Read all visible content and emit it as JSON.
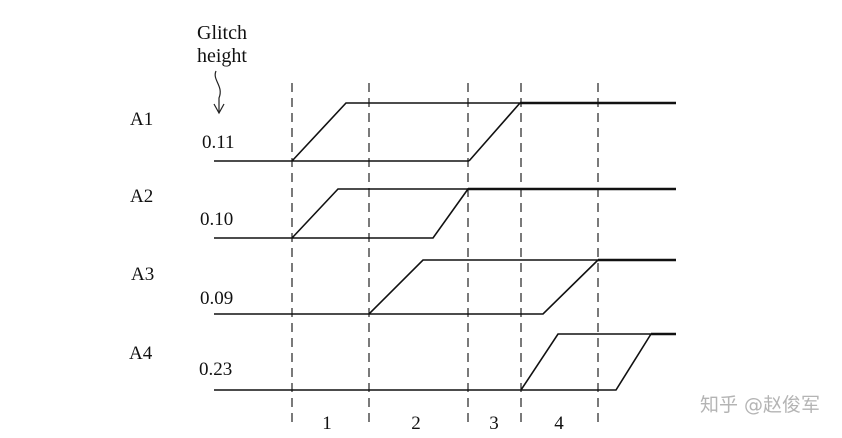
{
  "header": {
    "line1": "Glitch",
    "line2": "height"
  },
  "signals": [
    {
      "label": "A1",
      "glitch": "0.11"
    },
    {
      "label": "A2",
      "glitch": "0.10"
    },
    {
      "label": "A3",
      "glitch": "0.09"
    },
    {
      "label": "A4",
      "glitch": "0.23"
    }
  ],
  "intervals": [
    "1",
    "2",
    "3",
    "4"
  ],
  "watermark": "知乎 @赵俊军"
}
